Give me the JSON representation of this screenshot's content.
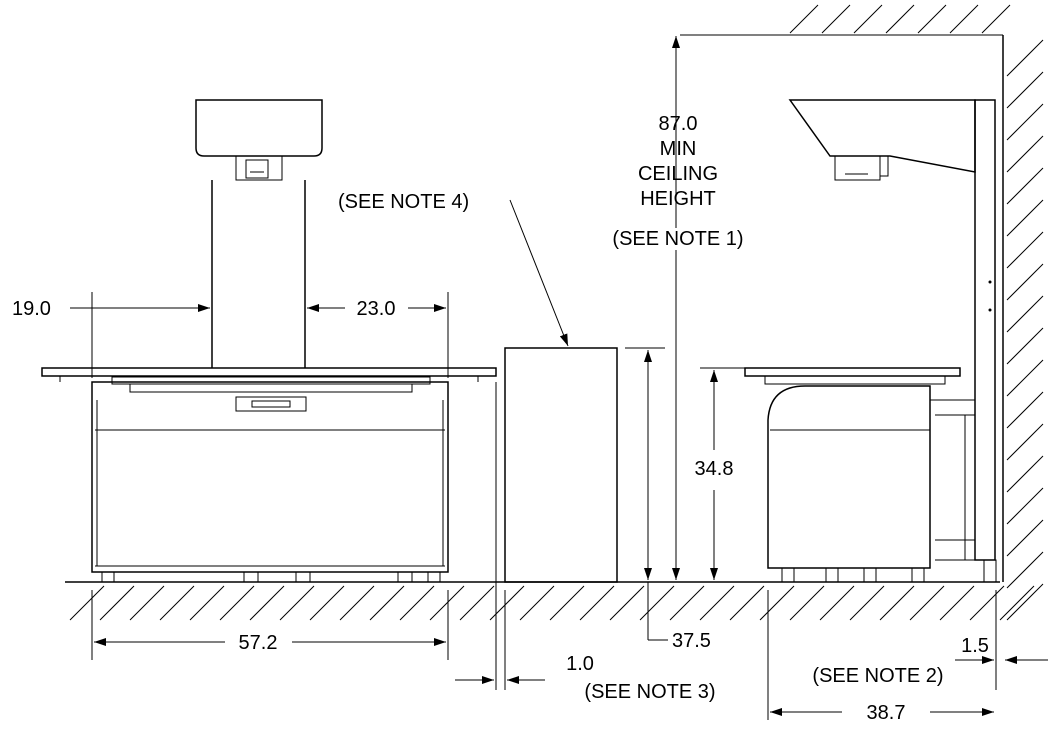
{
  "dimensions": {
    "ceiling": {
      "value": "87.0",
      "line1": "MIN",
      "line2": "CEILING",
      "line3": "HEIGHT",
      "note": "(SEE NOTE 1)"
    },
    "left_reach": "19.0",
    "right_reach": "23.0",
    "cabinet_note": "(SEE NOTE 4)",
    "table_height": "34.8",
    "cabinet_height": "37.5",
    "table_width": "57.2",
    "gap": {
      "value": "1.0",
      "note": "(SEE NOTE 3)"
    },
    "wall_gap": {
      "value": "1.5",
      "note": "(SEE NOTE 2)"
    },
    "side_depth": "38.7"
  }
}
